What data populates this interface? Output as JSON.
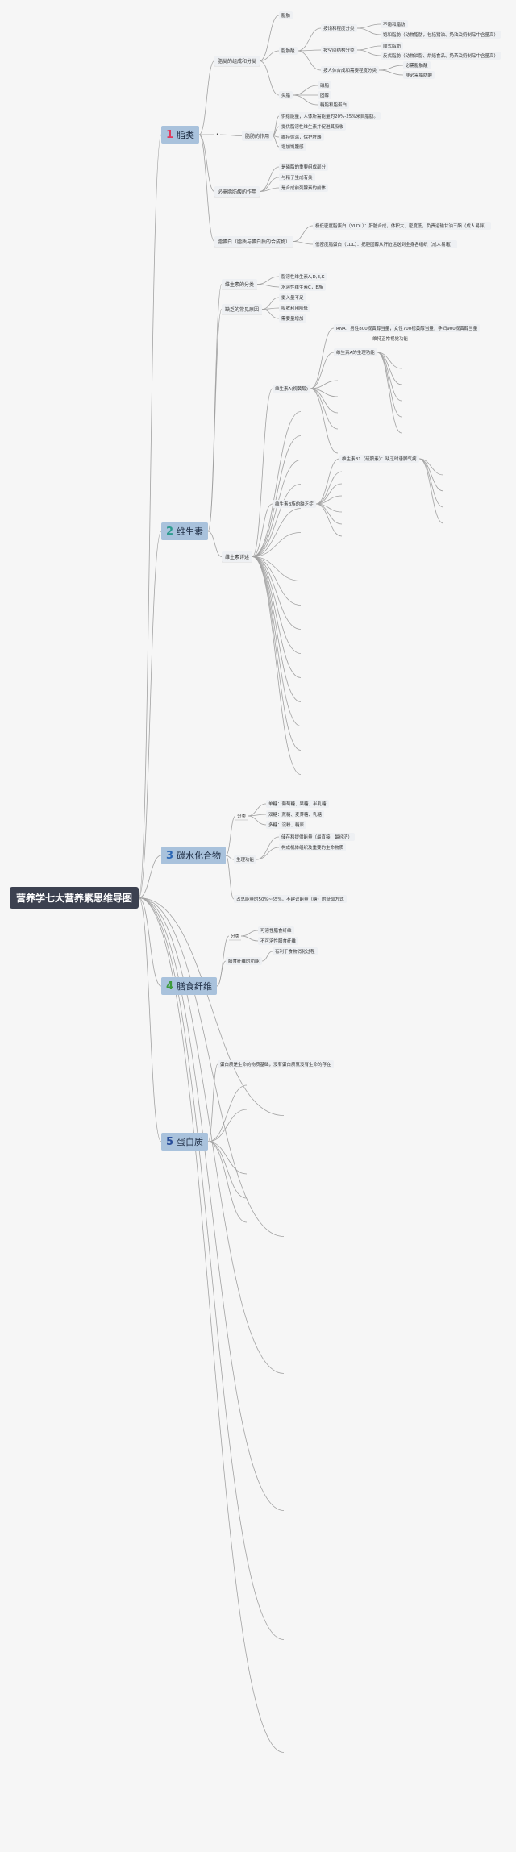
{
  "root": "营养学七大营养素思维导图",
  "main_numbers": [
    "1",
    "2",
    "3",
    "4",
    "5"
  ],
  "main_colors": [
    "#e03a5e",
    "#2e9b8f",
    "#2a66b5",
    "#3d9b3d",
    "#2a4f9b"
  ],
  "branches": {
    "fat": {
      "title": "脂类",
      "composition": "脂类的组成和分类",
      "c_fat": "脂肪",
      "c_fatty_acid": "脂肪酸",
      "by_saturation": "按饱和程度分类",
      "unsat": "不饱和脂肪",
      "sat": "饱和脂肪（动物脂肪，包括猪油、奶油及奶制品中含量高）",
      "by_structure": "按空间结构分类",
      "cis": "顺式脂肪",
      "trans": "反式脂肪（动物油脂、烘焙食品、奶茶及奶制品中含量高）",
      "by_need": "按人体合成和需要程度分类",
      "essential": "必需脂肪酸",
      "non_essential": "非必需脂肪酸",
      "lipoid": "类脂",
      "phospholipid": "磷脂",
      "sterol": "固醇",
      "glycolipid": "糖脂和脂蛋白",
      "dot": "•",
      "fat_function": "脂肪的作用",
      "f1": "供给能量，人体所需能量的20%-25%来自脂肪。",
      "f2": "提供脂溶性维生素并促进其吸收",
      "f3": "维持体温，保护脏器",
      "f4": "增加饱腹感",
      "efa_function": "必需脂肪酸的作用",
      "e1": "是磷脂的重要组成部分",
      "e2": "与精子生成有关",
      "e3": "是合成前列腺素的前体",
      "lipoprotein": "脂蛋白（脂质与蛋白质的合成物）",
      "vldl": "极低密度脂蛋白（VLDL）：肝脏合成，体积大、密度低，负责运输甘油三酯（成人易胖）",
      "ldl": "低密度脂蛋白（LDL）：把胆固醇从肝脏运送到全身各组织（成人易堵）"
    },
    "vitamin": {
      "title": "维生素",
      "classify": "维生素的分类",
      "fat_soluble": "脂溶性维生素A,D,E,K",
      "water_soluble": "水溶性维生素C，B族",
      "deficiency": "缺乏的常见原因",
      "d1": "摄入量不足",
      "d2": "吸收利用降低",
      "d3": "需要量增加",
      "detail": "维生素详述",
      "va": "维生素A(视黄醇)",
      "rna": "RNA：男性800视黄醇当量，女性700视黄醇当量；孕妇900视黄醇当量",
      "va_note": "维持正常视觉功能",
      "va_func": "维生素A的生理功能",
      "vb": "维生素B族的缺乏症",
      "vb1": "维生素B1（硫胺素）：缺乏时患脚气病"
    },
    "carbs": {
      "title": "碳水化合物",
      "classify": "分类",
      "mono": "单糖：葡萄糖、果糖、半乳糖",
      "di": "双糖：蔗糖、麦芽糖、乳糖",
      "poly": "多糖：淀粉、糖原",
      "physio": "生理功能",
      "p1": "储存和提供能量（最直接、最经济）",
      "p2": "构成机体组织及重要的生命物质",
      "energy": "占总能量的50%~65%，不建议能量（糖）的获取方式"
    },
    "fiber": {
      "title": "膳食纤维",
      "classify": "分类",
      "soluble": "可溶性膳食纤维",
      "insoluble": "不可溶性膳食纤维",
      "function": "膳食纤维的功能",
      "f1": "有利于食物消化过程"
    },
    "protein": {
      "title": "蛋白质",
      "basis": "蛋白质是生命的物质基础，没有蛋白质就没有生命的存在"
    }
  }
}
